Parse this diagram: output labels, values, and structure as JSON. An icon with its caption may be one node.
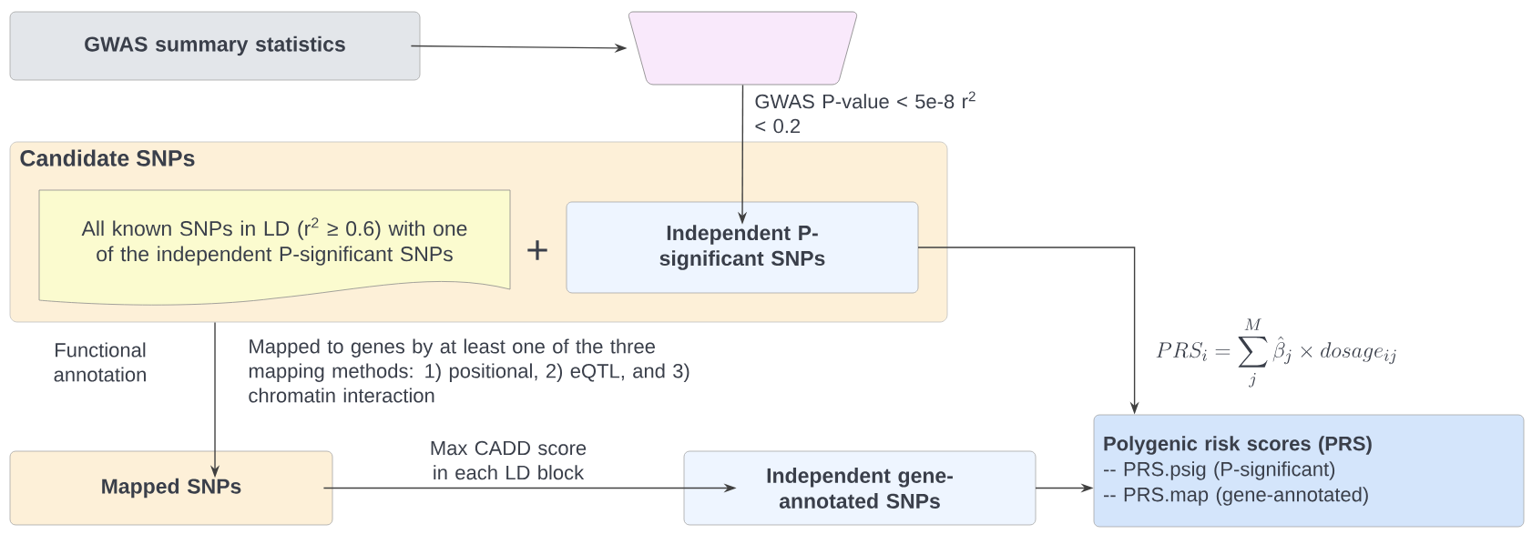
{
  "diagram": {
    "nodes": [
      {
        "text": [
          "GWAS summary statistics"
        ]
      },
      {
        "text": [],
        "shape": "trapezoid"
      },
      {
        "text": [
          "Candidate SNPs"
        ]
      },
      {
        "text": [
          "All known SNPs in LD (r$^{2}$ ≥ 0.6) with one of the independent P-significant SNPs"
        ],
        "in": 2
      },
      {
        "text": [
          "Independent P-significant SNPs"
        ],
        "in": 2
      },
      {
        "text": [
          "Mapped SNPs"
        ]
      },
      {
        "text": [
          "Independent gene-annotated SNPs"
        ]
      },
      {
        "text": [
          "Polygenic risk scores (PRS)",
          "-- PRS.psig (P-significant)",
          "-- PRS.map (gene-annotated)"
        ]
      }
    ],
    "edges": [
      {
        "from": 0,
        "to": 1,
        "arrow": "to"
      },
      {
        "from": 1,
        "to": 4,
        "arrow": "to",
        "label": "GWAS P-value < 5e-8 r$^{2}$ < 0.2"
      },
      {
        "from": 2,
        "to": 5,
        "arrow": "to",
        "label": "Functional annotation"
      },
      {
        "from": 5,
        "to": 6,
        "arrow": "to",
        "label": "Max CADD score in each LD block"
      },
      {
        "from": 6,
        "to": 7,
        "arrow": "to"
      },
      {
        "from": 4,
        "to": 7,
        "arrow": "to"
      }
    ],
    "labels": [
      "+",
      "PRS_i = \\sum_{j}^{M} \\hat{\\beta}_j \\times dosage_{ij}",
      "Mapped to genes by at least one of the three mapping methods: 1) positional, 2) eQTL, and 3) chromatin interaction"
    ]
  }
}
